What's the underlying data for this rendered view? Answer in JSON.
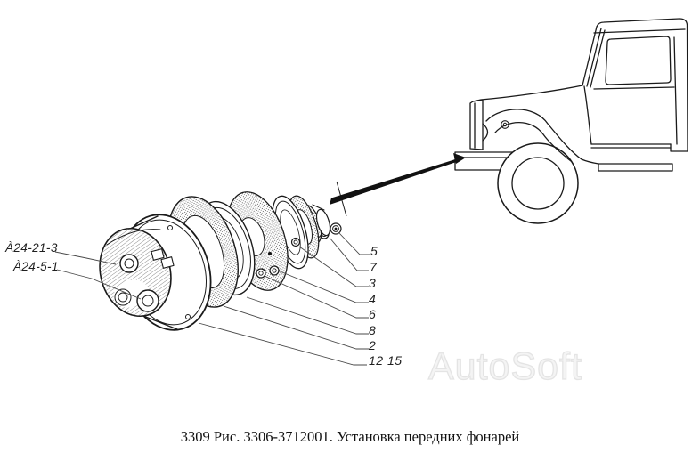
{
  "figure": {
    "caption": "3309 Рис. 3306-3712001. Установка передних фонарей",
    "watermark": "AutoSoft",
    "part_labels": [
      {
        "text": "À24-21-3"
      },
      {
        "text": "À24-5-1"
      }
    ],
    "callouts": [
      {
        "number": "5"
      },
      {
        "number": "7"
      },
      {
        "number": "3"
      },
      {
        "number": "4"
      },
      {
        "number": "6"
      },
      {
        "number": "8"
      },
      {
        "number": "2"
      },
      {
        "number": "12 15"
      }
    ],
    "colors": {
      "line": "#1a1a1a",
      "background": "#ffffff",
      "watermark_outline": "#e4e4e4"
    }
  }
}
